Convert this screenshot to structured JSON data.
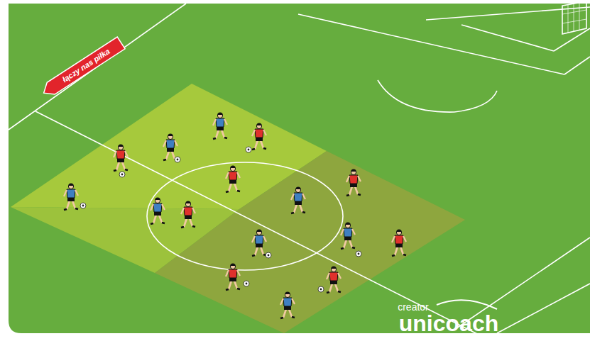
{
  "diagram": {
    "labels": [
      "łączy nas piłka",
      "creator",
      "unicoach"
    ]
  }
}
